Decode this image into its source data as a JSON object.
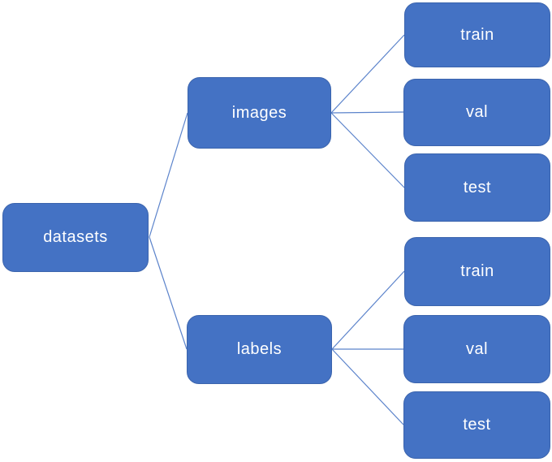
{
  "diagram": {
    "type": "tree",
    "description": "folder structure tree",
    "nodes": {
      "datasets": "datasets",
      "images": "images",
      "labels": "labels",
      "images_train": "train",
      "images_val": "val",
      "images_test": "test",
      "labels_train": "train",
      "labels_val": "val",
      "labels_test": "test"
    },
    "edges": [
      [
        "datasets",
        "images"
      ],
      [
        "datasets",
        "labels"
      ],
      [
        "images",
        "images_train"
      ],
      [
        "images",
        "images_val"
      ],
      [
        "images",
        "images_test"
      ],
      [
        "labels",
        "labels_train"
      ],
      [
        "labels",
        "labels_val"
      ],
      [
        "labels",
        "labels_test"
      ]
    ],
    "colors": {
      "node_fill": "#4472c4",
      "node_border": "#3b64ad",
      "connector": "#5b83cb",
      "text": "#ffffff"
    }
  }
}
